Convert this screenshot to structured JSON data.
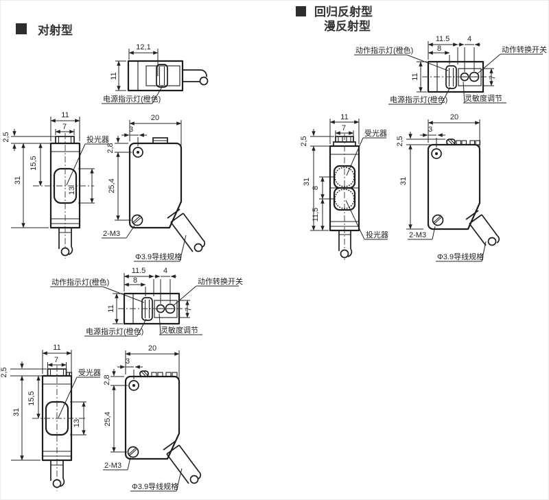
{
  "page": {
    "background": "#ffffff",
    "line_color": "#1d1d1d"
  },
  "sections": {
    "through_beam": {
      "title": "对射型"
    },
    "reflective": {
      "title_line1": "回归反射型",
      "title_line2": "漫反射型"
    }
  },
  "labels": {
    "power_led": "电源指示灯(橙色)",
    "operation_led": "动作指示灯(橙色)",
    "operation_switch": "动作转换开关",
    "sensitivity_adjust": "灵敏度调节",
    "emitter": "投光器",
    "receiver": "受光器",
    "mounting_holes": "2-M3",
    "cable_spec": "Φ3.9导线规格"
  },
  "dimensions": {
    "top_emitter": {
      "width": "12,1",
      "height": "11"
    },
    "front": {
      "width": "11",
      "bump_width": "7",
      "bump_height": "2,5",
      "lens_center": "15,5",
      "height": "31",
      "lens_height": "13"
    },
    "side": {
      "depth": "20",
      "hole_offset": "3",
      "hole_top": "2,8",
      "hole_pitch": "25,4"
    },
    "top_switch": {
      "width_a": "11.5",
      "width_b": "4",
      "width_c": "8",
      "height": "11",
      "panel_height": "7"
    },
    "front_reflective": {
      "width": "11",
      "bump_width": "7",
      "bump_height": "2,5",
      "height": "31",
      "lens_pitch": "8",
      "lens_bottom": "11,5"
    },
    "side_reflective": {
      "depth": "20",
      "hole_offset": "3",
      "step_height": "2,5",
      "height": "31"
    }
  }
}
